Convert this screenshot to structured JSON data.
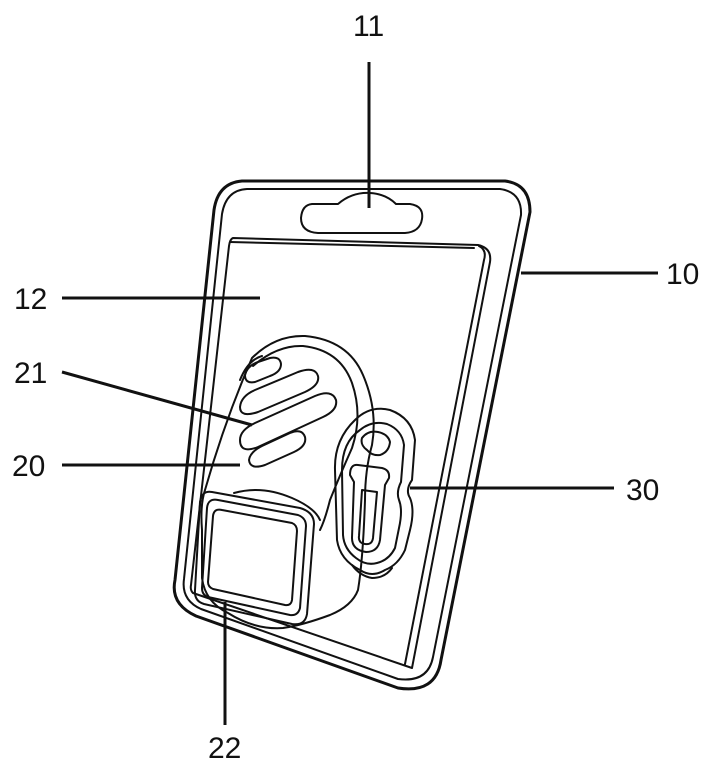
{
  "labels": {
    "hang_hole": "11",
    "card": "10",
    "blister": "12",
    "ribs": "21",
    "pad": "20",
    "window": "22",
    "clip": "30"
  },
  "colors": {
    "line": "#111111",
    "background": "#ffffff"
  }
}
